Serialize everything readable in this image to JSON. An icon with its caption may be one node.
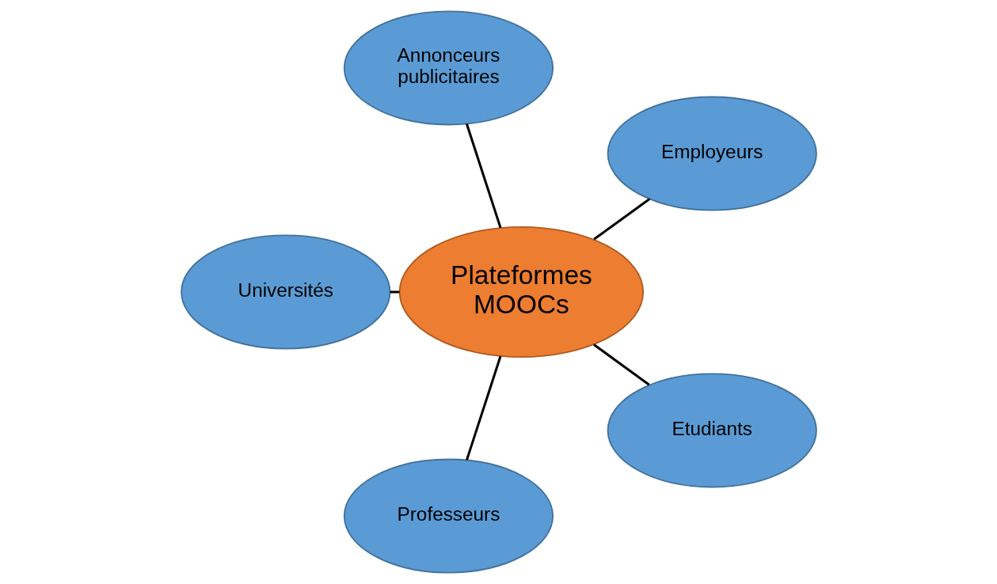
{
  "diagram": {
    "nodes": [
      {
        "text": [
          "Universités"
        ]
      },
      {
        "text": [
          "Professeurs"
        ]
      },
      {
        "text": [
          "Etudiants"
        ]
      },
      {
        "text": [
          "Plateformes MOOCs"
        ]
      },
      {
        "text": [
          "Employeurs"
        ]
      },
      {
        "text": [
          "Annonceurs publicitaires"
        ]
      }
    ],
    "edges": [
      {
        "from": 0,
        "to": 3,
        "arrow": "none"
      },
      {
        "from": 1,
        "to": 3,
        "arrow": "none"
      },
      {
        "from": 2,
        "to": 3,
        "arrow": "none"
      },
      {
        "from": 3,
        "to": 4,
        "arrow": "none"
      },
      {
        "from": 3,
        "to": 5,
        "arrow": "none"
      }
    ]
  }
}
